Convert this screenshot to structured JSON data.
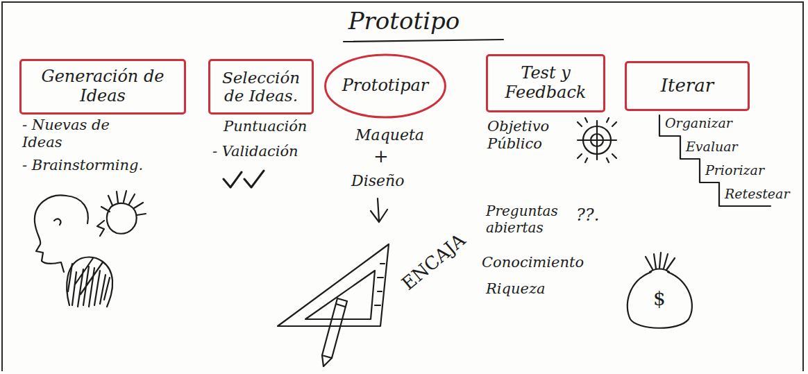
{
  "diagram": {
    "title": "Prototipo",
    "nodes": [
      {
        "text": [
          "Generación de Ideas"
        ]
      },
      {
        "text": [
          "Selección de Ideas."
        ]
      },
      {
        "text": [
          "Prototipar"
        ]
      },
      {
        "text": [
          "Test y Feedback"
        ]
      },
      {
        "text": [
          "Iterar"
        ]
      }
    ],
    "labels": [
      "- Nuevas de Ideas",
      "- Brainstorming.",
      "Puntuación",
      "- Validación",
      "Maqueta",
      "+",
      "Diseño",
      "ENCAJA",
      "Objetivo Público",
      "Preguntas abiertas",
      "??.",
      "Conocimiento",
      "Riqueza",
      "$",
      "Organizar",
      "Evaluar",
      "Priorizar",
      "Retestear"
    ]
  }
}
